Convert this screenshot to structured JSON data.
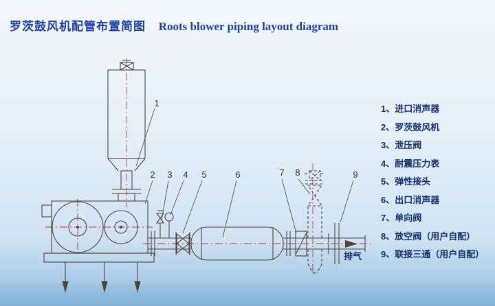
{
  "colors": {
    "title_blue": "#1e3fae",
    "legend_navy": "#16306f",
    "line": "#4e453f",
    "centerline": "#c23a2e",
    "bg_top": "#f3f8fc",
    "bg_bottom": "#7fb0d8"
  },
  "header": {
    "title_zh": "罗茨鼓风机配管布置简图",
    "title_en": "Roots blower piping layout diagram"
  },
  "legend": {
    "items": [
      "1、进口消声器",
      "2、罗茨鼓风机",
      "3、泄压阀",
      "4、耐震压力表",
      "5、弹性接头",
      "6、出口消声器",
      "7、单向阀",
      "8、放空阀（用户自配）",
      "9、联接三通（用户自配）"
    ]
  },
  "diagram": {
    "callouts": [
      "1",
      "2",
      "3",
      "4",
      "5",
      "6",
      "7",
      "8",
      "9"
    ],
    "exhaust_label": "排气"
  }
}
